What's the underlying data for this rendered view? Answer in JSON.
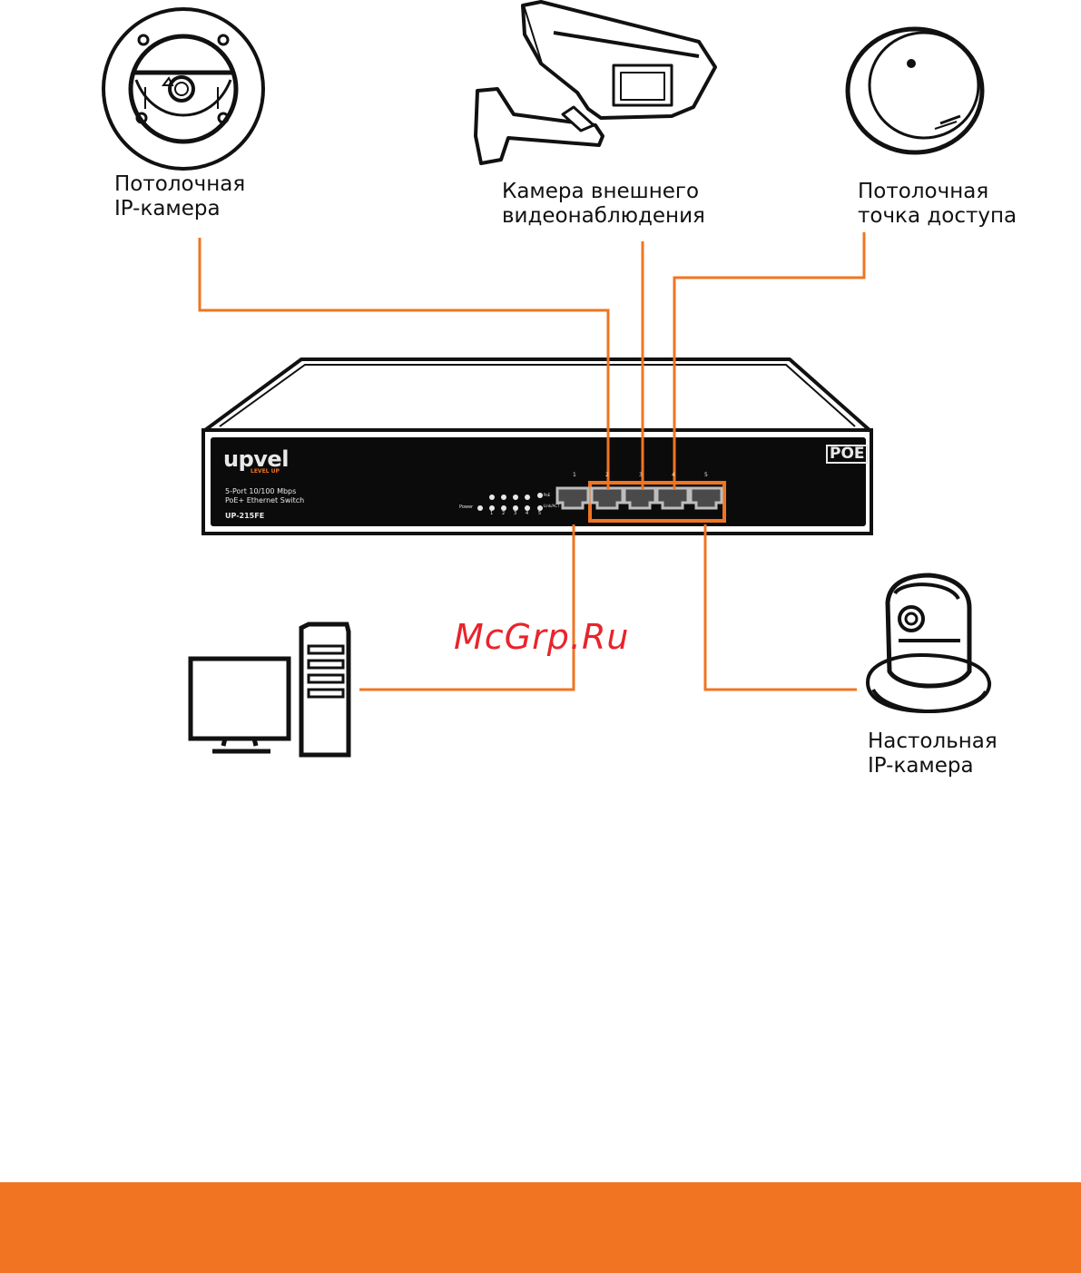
{
  "devices": {
    "ceiling_camera": {
      "line1": "Потолочная",
      "line2": "IP-камера"
    },
    "outdoor_camera": {
      "line1": "Камера внешнего",
      "line2": "видеонаблюдения"
    },
    "access_point": {
      "line1": "Потолочная",
      "line2": "точка доступа"
    },
    "desktop_camera": {
      "line1": "Настольная",
      "line2": "IP-камера"
    }
  },
  "switch": {
    "brand": "upvel",
    "brand_tagline": "LEVEL UP",
    "spec_line1": "5-Port 10/100 Mbps",
    "spec_line2": "PoE+ Ethernet Switch",
    "model": "UP-215FE",
    "poe_badge": "POE",
    "power_label": "Power",
    "poe_led_label": "PoE",
    "link_led_label": "Link/ACT",
    "port_numbers": [
      "1",
      "2",
      "3",
      "4",
      "5"
    ]
  },
  "watermark": "McGrp.Ru",
  "colors": {
    "connector": "#f07422",
    "footer": "#f07422",
    "switch_body": "#0b0b0b",
    "watermark": "#e8242c"
  }
}
